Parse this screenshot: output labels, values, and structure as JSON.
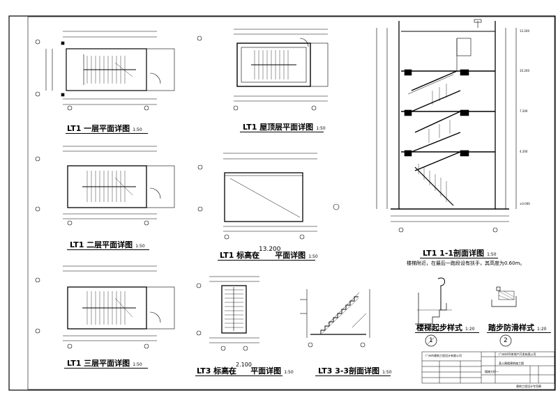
{
  "titles": {
    "lt1_floor1": {
      "label": "LT1 一层平面详图",
      "scale": "1:50"
    },
    "lt1_roof": {
      "label": "LT1 屋顶层平面详图",
      "scale": "1:50"
    },
    "lt1_floor2": {
      "label": "LT1 二层平面详图",
      "scale": "1:50"
    },
    "lt1_elev_plan": {
      "label_a": "LT1 标高在",
      "elev": "13.200",
      "label_b": "平面详图",
      "scale": "1:50"
    },
    "lt1_floor3": {
      "label": "LT1 三层平面详图",
      "scale": "1:50"
    },
    "lt3_elev_plan": {
      "label_a": "LT3 标高在",
      "elev": "2.100",
      "label_b": "平面详图",
      "scale": "1:50"
    },
    "lt3_section": {
      "label": "LT3 3-3剖面详图",
      "scale": "1:50"
    },
    "lt1_section": {
      "label": "LT1 1-1剖面详图",
      "scale": "1:50"
    },
    "stair_start": {
      "label": "楼梯起步样式",
      "scale": "1:20"
    },
    "step_antislip": {
      "label": "踏步防滑样式",
      "scale": "1:20"
    }
  },
  "section_note": "楼梯附近，在最后一跑段设有扶手，其高度为0.60m。",
  "detail_marks": {
    "left": "1",
    "right": "2"
  },
  "section_elevations": [
    "13.200",
    "10.200",
    "7.200",
    "4.200",
    "±0.000"
  ],
  "title_block": {
    "company_left": "广州市建筑工程设计有限公司",
    "company_right": "广州市XX房地产开发有限公司",
    "project": "某公寓楼建筑施工图",
    "drawing": "楼梯大样一",
    "footer": "建筑工程设计专用章"
  }
}
